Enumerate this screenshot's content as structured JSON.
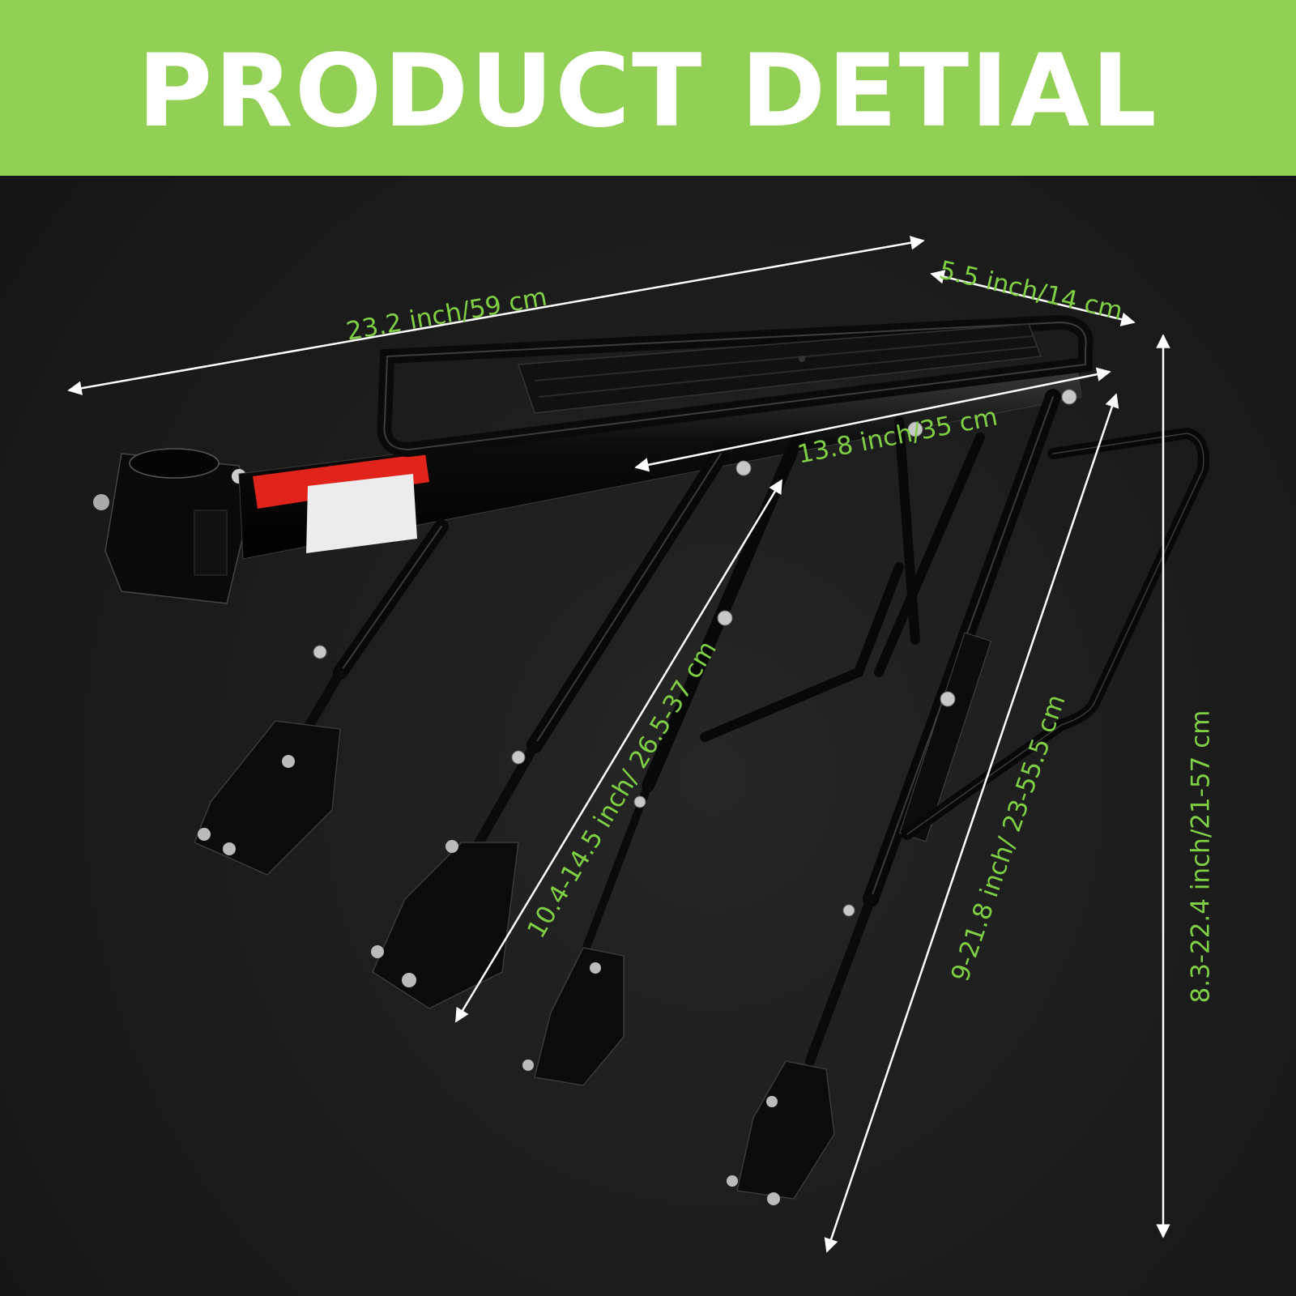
{
  "banner": {
    "title": "PRODUCT DETIAL",
    "background_color": "#91d055",
    "text_color": "#ffffff"
  },
  "product": {
    "name": "rear bike cargo rack",
    "color": "black",
    "label_sticker_color": "#e0241b"
  },
  "dimensions": {
    "label_color": "#7fcf45",
    "arrow_color": "#ffffff",
    "items": [
      {
        "id": "total-length",
        "label": "23.2 inch/59 cm"
      },
      {
        "id": "platform-width",
        "label": "5.5 inch/14 cm"
      },
      {
        "id": "platform-length",
        "label": "13.8 inch/35 cm"
      },
      {
        "id": "front-strut-length",
        "label": "10.4-14.5 inch/ 26.5-37 cm"
      },
      {
        "id": "rear-strut-length",
        "label": "9-21.8 inch/ 23-55.5 cm"
      },
      {
        "id": "height",
        "label": "8.3-22.4 inch/21-57 cm"
      }
    ]
  }
}
